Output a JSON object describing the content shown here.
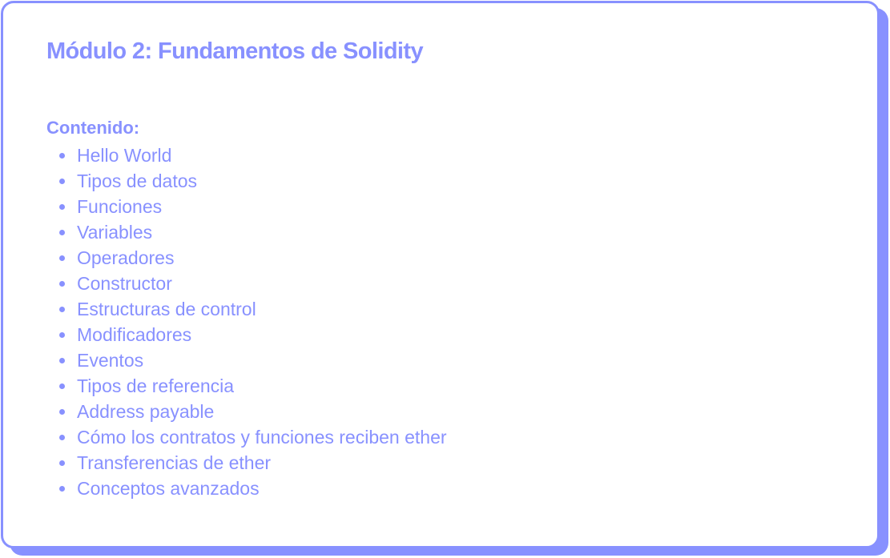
{
  "module": {
    "title": "Módulo 2: Fundamentos de Solidity",
    "section_label": "Contenido:",
    "items": [
      "Hello World",
      "Tipos de datos",
      "Funciones",
      "Variables",
      "Operadores",
      "Constructor",
      "Estructuras de control",
      "Modificadores",
      "Eventos",
      "Tipos de referencia",
      "Address payable",
      "Cómo los contratos y funciones reciben ether",
      "Transferencias de ether",
      "Conceptos avanzados"
    ]
  },
  "colors": {
    "accent": "#8891ff",
    "background": "#ffffff"
  }
}
